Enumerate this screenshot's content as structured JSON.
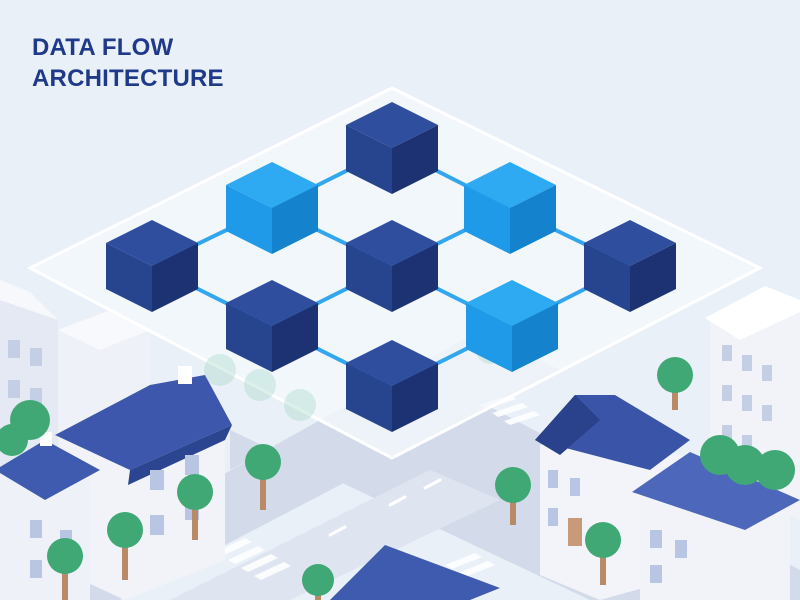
{
  "title": {
    "line1": "DATA FLOW",
    "line2": "ARCHITECTURE"
  },
  "colors": {
    "background": "#eaf0f8",
    "title": "#1f3a8a",
    "node_dark": "#27448f",
    "node_light": "#1e9ae8",
    "connector": "#33a7ee",
    "platform": "#f4f8fd",
    "roof": "#3f5bb0",
    "tree": "#3fa874",
    "road": "#c9d1e3"
  },
  "diagram": {
    "nodes": [
      {
        "id": "top",
        "tone": "dark"
      },
      {
        "id": "upper-left",
        "tone": "light"
      },
      {
        "id": "upper-right",
        "tone": "light"
      },
      {
        "id": "left",
        "tone": "dark"
      },
      {
        "id": "center",
        "tone": "dark"
      },
      {
        "id": "right",
        "tone": "dark"
      },
      {
        "id": "lower-left",
        "tone": "dark"
      },
      {
        "id": "lower-right",
        "tone": "light"
      },
      {
        "id": "bottom",
        "tone": "dark"
      }
    ],
    "links": [
      [
        "top",
        "upper-left"
      ],
      [
        "top",
        "upper-right"
      ],
      [
        "upper-left",
        "left"
      ],
      [
        "upper-left",
        "center"
      ],
      [
        "upper-right",
        "center"
      ],
      [
        "upper-right",
        "right"
      ],
      [
        "left",
        "lower-left"
      ],
      [
        "center",
        "lower-left"
      ],
      [
        "center",
        "lower-right"
      ],
      [
        "right",
        "lower-right"
      ],
      [
        "lower-left",
        "bottom"
      ],
      [
        "lower-right",
        "bottom"
      ]
    ]
  }
}
